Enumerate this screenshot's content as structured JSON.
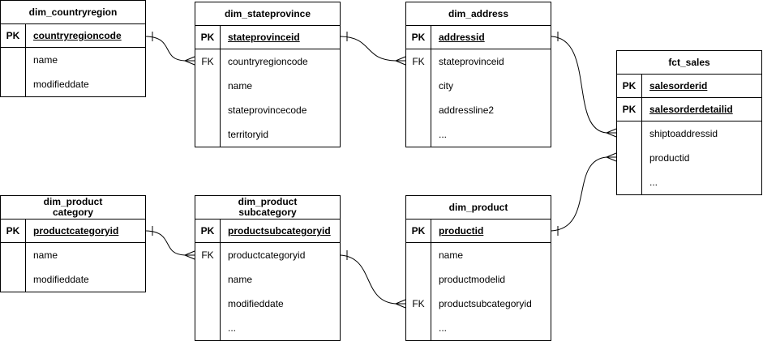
{
  "app": {
    "background_color": "#ffffff",
    "line_color": "#000000",
    "text_color": "#000000"
  },
  "tables": [
    {
      "title": "dim_countryregion",
      "pk_rows": [
        {
          "key": "PK",
          "field": "countryregioncode"
        }
      ],
      "body_rows": [
        {
          "key": "",
          "field": "name"
        },
        {
          "key": "",
          "field": "modifieddate"
        }
      ]
    },
    {
      "title": "dim_stateprovince",
      "pk_rows": [
        {
          "key": "PK",
          "field": "stateprovinceid"
        }
      ],
      "body_rows": [
        {
          "key": "FK",
          "field": "countryregioncode"
        },
        {
          "key": "",
          "field": "name"
        },
        {
          "key": "",
          "field": "stateprovincecode"
        },
        {
          "key": "",
          "field": "territoryid"
        }
      ]
    },
    {
      "title": "dim_address",
      "pk_rows": [
        {
          "key": "PK",
          "field": "addressid"
        }
      ],
      "body_rows": [
        {
          "key": "FK",
          "field": "stateprovinceid"
        },
        {
          "key": "",
          "field": "city"
        },
        {
          "key": "",
          "field": "addressline2"
        },
        {
          "key": "",
          "field": "..."
        }
      ]
    },
    {
      "title": "fct_sales",
      "pk_rows": [
        {
          "key": "PK",
          "field": "salesorderid"
        },
        {
          "key": "PK",
          "field": "salesorderdetailid"
        }
      ],
      "body_rows": [
        {
          "key": "",
          "field": "shiptoaddressid"
        },
        {
          "key": "",
          "field": "productid"
        },
        {
          "key": "",
          "field": "..."
        }
      ]
    },
    {
      "title": "dim_product\ncategory",
      "pk_rows": [
        {
          "key": "PK",
          "field": "productcategoryid"
        }
      ],
      "body_rows": [
        {
          "key": "",
          "field": "name"
        },
        {
          "key": "",
          "field": "modifieddate"
        }
      ]
    },
    {
      "title": "dim_product\nsubcategory",
      "pk_rows": [
        {
          "key": "PK",
          "field": "productsubcategoryid"
        }
      ],
      "body_rows": [
        {
          "key": "FK",
          "field": "productcategoryid"
        },
        {
          "key": "",
          "field": "name"
        },
        {
          "key": "",
          "field": "modifieddate"
        },
        {
          "key": "",
          "field": "..."
        }
      ]
    },
    {
      "title": "dim_product",
      "pk_rows": [
        {
          "key": "PK",
          "field": "productid"
        }
      ],
      "body_rows": [
        {
          "key": "",
          "field": "name"
        },
        {
          "key": "",
          "field": "productmodelid"
        },
        {
          "key": "FK",
          "field": "productsubcategoryid"
        },
        {
          "key": "",
          "field": "..."
        }
      ]
    }
  ],
  "relationships": [
    {
      "from_table": "dim_countryregion",
      "from_field": "countryregioncode",
      "to_table": "dim_stateprovince",
      "to_field": "countryregioncode",
      "from_cardinality": "one",
      "to_cardinality": "many"
    },
    {
      "from_table": "dim_stateprovince",
      "from_field": "stateprovinceid",
      "to_table": "dim_address",
      "to_field": "stateprovinceid",
      "from_cardinality": "one",
      "to_cardinality": "many"
    },
    {
      "from_table": "dim_address",
      "from_field": "addressid",
      "to_table": "fct_sales",
      "to_field": "shiptoaddressid",
      "from_cardinality": "one",
      "to_cardinality": "many"
    },
    {
      "from_table": "dim_product",
      "from_field": "productid",
      "to_table": "fct_sales",
      "to_field": "productid",
      "from_cardinality": "one",
      "to_cardinality": "many"
    },
    {
      "from_table": "dim_product category",
      "from_field": "productcategoryid",
      "to_table": "dim_product subcategory",
      "to_field": "productcategoryid",
      "from_cardinality": "one",
      "to_cardinality": "many"
    },
    {
      "from_table": "dim_product subcategory",
      "from_field": "productsubcategoryid",
      "to_table": "dim_product",
      "to_field": "productsubcategoryid",
      "from_cardinality": "one",
      "to_cardinality": "many"
    }
  ]
}
